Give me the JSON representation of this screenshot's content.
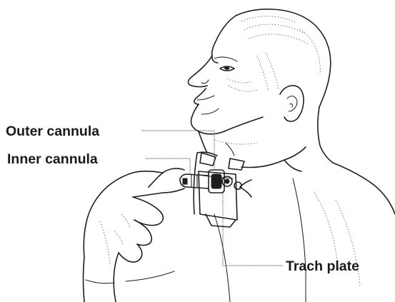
{
  "labels": {
    "outer_cannula": "Outer cannula",
    "inner_cannula": "Inner cannula",
    "trach_plate": "Trach plate"
  },
  "colors": {
    "ink": "#1e1e1e",
    "background": "#ffffff"
  }
}
